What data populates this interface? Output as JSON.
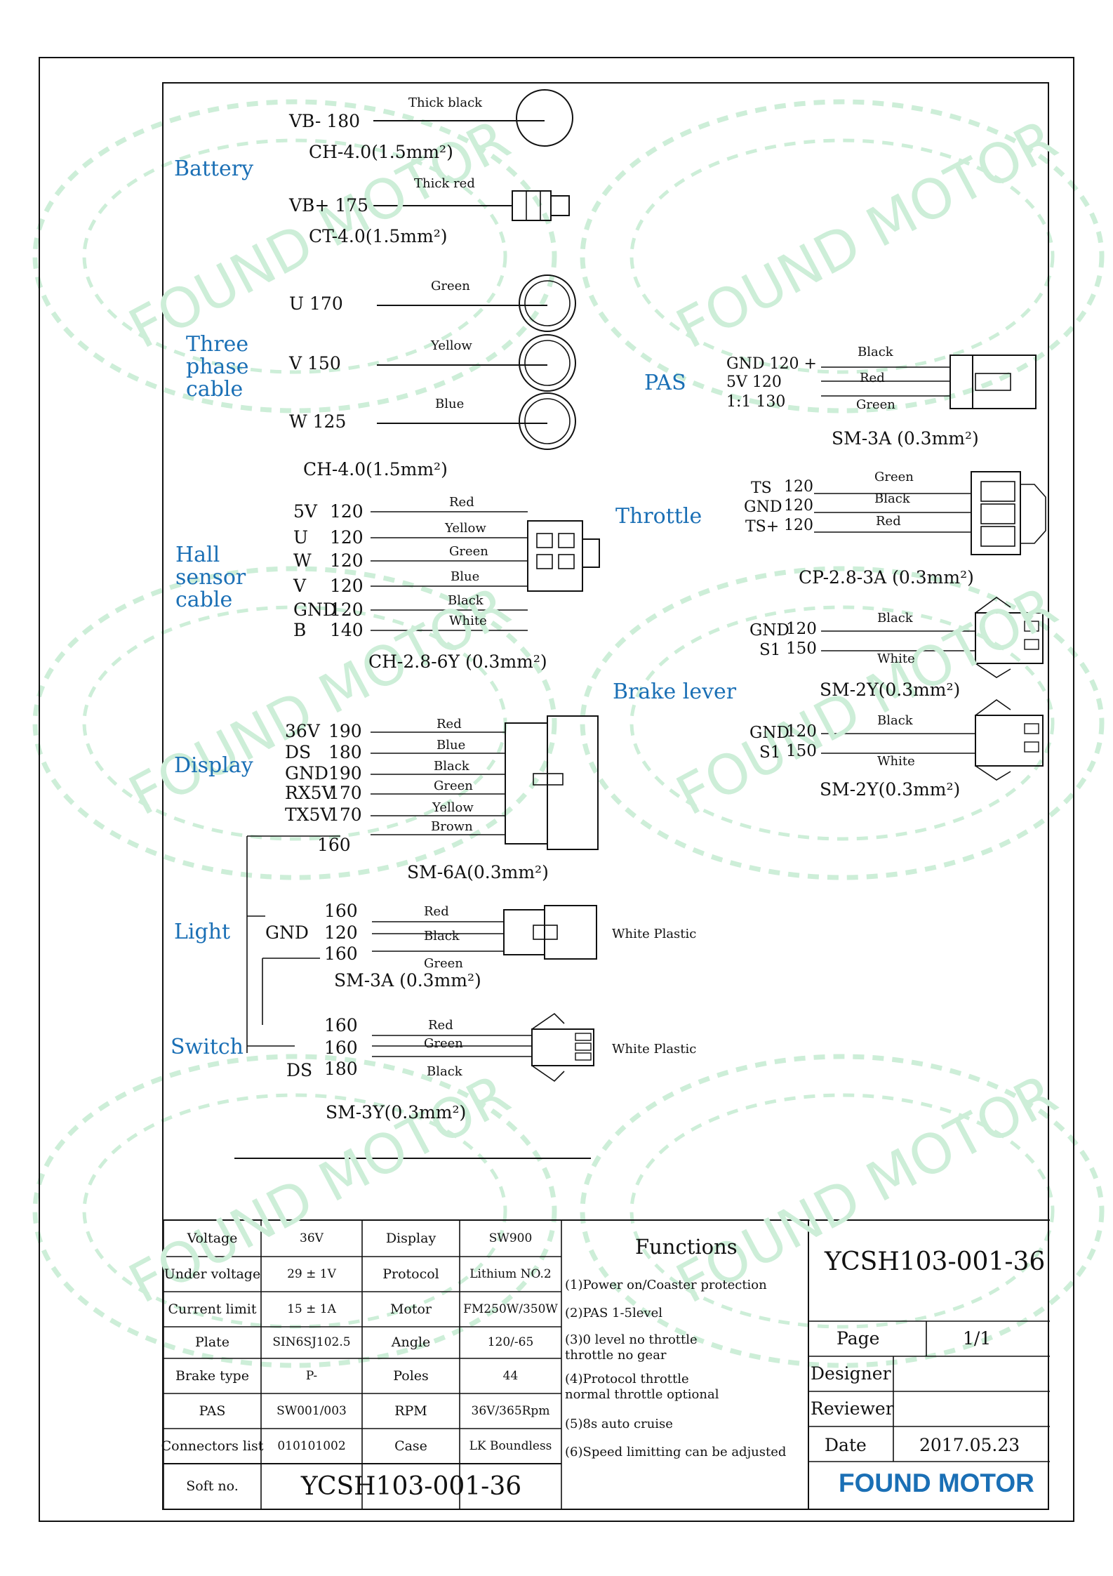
{
  "watermark": "FOUND MOTOR",
  "colors": {
    "accent": "#1a6fb5",
    "watermark": "#cdeed8",
    "line": "#111111"
  },
  "battery": {
    "title": "Battery",
    "neg": {
      "label": "VB- 180",
      "color": "Thick black",
      "spec": "CH-4.0(1.5mm²)"
    },
    "pos": {
      "label": "VB+ 175",
      "color": "Thick red",
      "spec": "CT-4.0(1.5mm²)"
    }
  },
  "three_phase": {
    "title": "Three\nphase\ncable",
    "wires": [
      {
        "label": "U 170",
        "color": "Green"
      },
      {
        "label": "V 150",
        "color": "Yellow"
      },
      {
        "label": "W 125",
        "color": "Blue"
      }
    ],
    "spec": "CH-4.0(1.5mm²)"
  },
  "hall": {
    "title": "Hall\nsensor\ncable",
    "wires": [
      {
        "name": "5V",
        "len": "120",
        "color": "Red"
      },
      {
        "name": "U",
        "len": "120",
        "color": "Yellow"
      },
      {
        "name": "W",
        "len": "120",
        "color": "Green"
      },
      {
        "name": "V",
        "len": "120",
        "color": "Blue"
      },
      {
        "name": "GND",
        "len": "120",
        "color": "Black"
      },
      {
        "name": "B",
        "len": "140",
        "color": "White"
      }
    ],
    "spec": "CH-2.8-6Y (0.3mm²)"
  },
  "display": {
    "title": "Display",
    "wires": [
      {
        "name": "36V",
        "len": "190",
        "color": "Red"
      },
      {
        "name": "DS",
        "len": "180",
        "color": "Blue"
      },
      {
        "name": "GND",
        "len": "190",
        "color": "Black"
      },
      {
        "name": "RX5V",
        "len": "170",
        "color": "Green"
      },
      {
        "name": "TX5V",
        "len": "170",
        "color": "Yellow"
      },
      {
        "name": "",
        "len": "160",
        "color": "Brown"
      }
    ],
    "spec": "SM-6A(0.3mm²)"
  },
  "light": {
    "title": "Light",
    "gnd": "GND",
    "lens": [
      "160",
      "120",
      "160"
    ],
    "colors": [
      "Red",
      "Black",
      "Green"
    ],
    "note": "White Plastic",
    "spec": "SM-3A (0.3mm²)"
  },
  "switch": {
    "title": "Switch",
    "ds": "DS",
    "lens": [
      "160",
      "160",
      "180"
    ],
    "colors": [
      "Red",
      "Green",
      "Black"
    ],
    "note": "White Plastic",
    "spec": "SM-3Y(0.3mm²)"
  },
  "pas": {
    "title": "PAS",
    "labels": [
      "GND 120 +",
      "5V 120",
      "1:1 130"
    ],
    "colors": [
      "Black",
      "Red",
      "Green"
    ],
    "spec": "SM-3A (0.3mm²)"
  },
  "throttle": {
    "title": "Throttle",
    "names": [
      "TS",
      "GND",
      "TS+"
    ],
    "lens": [
      "120",
      "120",
      "120"
    ],
    "colors": [
      "Green",
      "Black",
      "Red"
    ],
    "spec": "CP-2.8-3A (0.3mm²)"
  },
  "brake": {
    "title": "Brake lever",
    "a": {
      "names": [
        "GND",
        "S1"
      ],
      "lens": [
        "120",
        "150"
      ],
      "colors": [
        "Black",
        "White"
      ],
      "spec": "SM-2Y(0.3mm²)"
    },
    "b": {
      "names": [
        "GND",
        "S1"
      ],
      "lens": [
        "120",
        "150"
      ],
      "colors": [
        "Black",
        "White"
      ],
      "spec": "SM-2Y(0.3mm²)"
    }
  },
  "spec_table": [
    [
      "Voltage",
      "36V",
      "Display",
      "SW900"
    ],
    [
      "Under voltage",
      "29 ± 1V",
      "Protocol",
      "Lithium NO.2"
    ],
    [
      "Current limit",
      "15 ± 1A",
      "Motor",
      "FM250W/350W"
    ],
    [
      "Plate",
      "SIN6SJ102.5",
      "Angle",
      "120/-65"
    ],
    [
      "Brake type",
      "P-",
      "Poles",
      "44"
    ],
    [
      "PAS",
      "SW001/003",
      "RPM",
      "36V/365Rpm"
    ],
    [
      "Connectors list",
      "010101002",
      "Case",
      "LK Boundless"
    ]
  ],
  "soft_no": {
    "label": "Soft no.",
    "value": "YCSH103-001-36"
  },
  "functions": {
    "title": "Functions",
    "items": [
      "(1)Power on/Coaster protection",
      "(2)PAS 1-5level",
      "(3)0 level no throttle\n    throttle no gear",
      "(4)Protocol throttle\n    normal throttle optional",
      "(5)8s auto cruise",
      "(6)Speed limitting can be adjusted"
    ]
  },
  "title_block": {
    "code": "YCSH103-001-36",
    "page_label": "Page",
    "page_value": "1/1",
    "designer_label": "Designer",
    "designer_value": "",
    "reviewer_label": "Reviewer",
    "reviewer_value": "",
    "date_label": "Date",
    "date_value": "2017.05.23",
    "company": "FOUND MOTOR"
  }
}
